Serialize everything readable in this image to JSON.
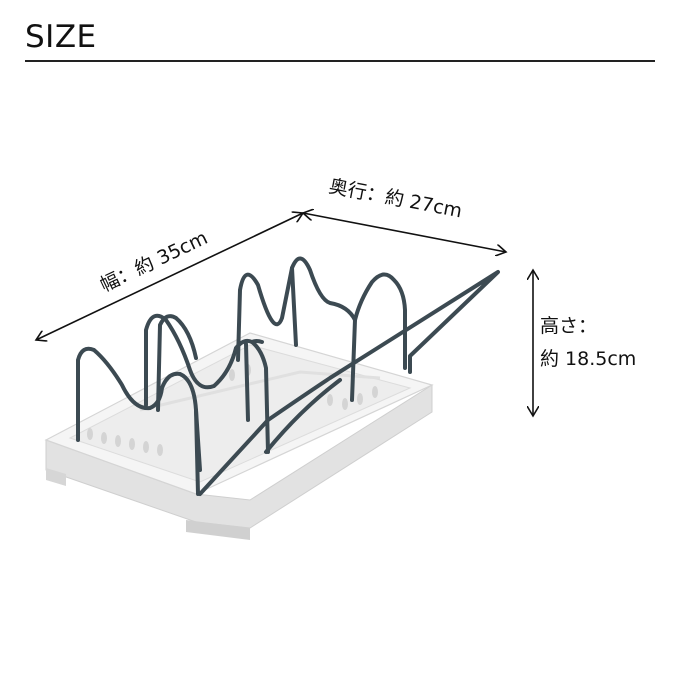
{
  "header": {
    "title": "SIZE"
  },
  "dimensions": {
    "width_label": "幅：約 35cm",
    "depth_label": "奥行：約 27cm",
    "height_label_line1": "高さ：",
    "height_label_line2": "約 18.5cm"
  },
  "colors": {
    "wire": "#3c4a52",
    "tray": "#f4f4f4",
    "tray_edge": "#d9d9d9",
    "arrow": "#111111",
    "rule": "#222222"
  }
}
